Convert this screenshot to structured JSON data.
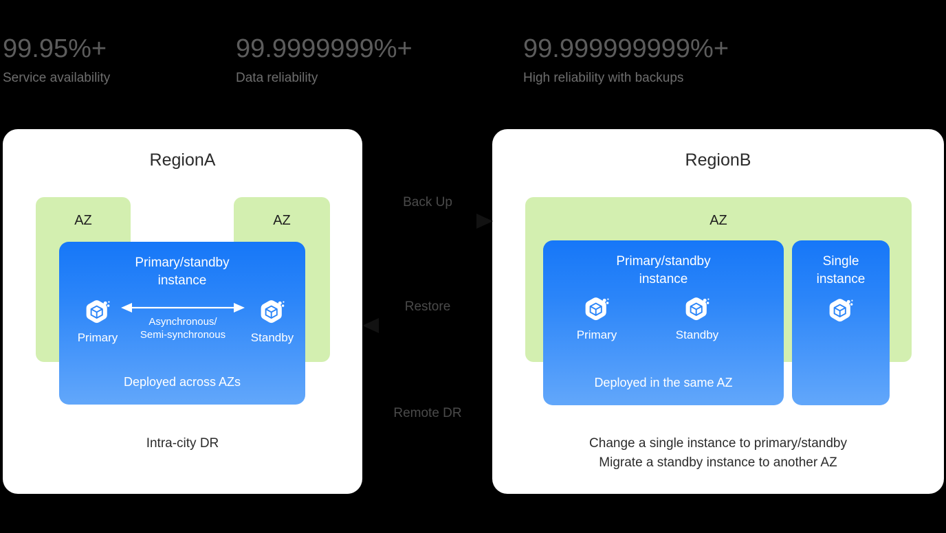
{
  "background_color": "#000000",
  "stats": [
    {
      "value": "99.95%+",
      "label": "Service availability"
    },
    {
      "value": "99.9999999%+",
      "label": "Data reliability"
    },
    {
      "value": "99.999999999%+",
      "label": "High reliability with backups"
    }
  ],
  "colors": {
    "card_bg": "#ffffff",
    "az_green": "#d3efb0",
    "instance_blue_top": "#1677f8",
    "instance_blue_bottom": "#62a7fa",
    "stat_value_text": "#5c5c5c",
    "stat_label_text": "#6e6e6e",
    "arrow_label_text": "#4a4a4a"
  },
  "region_a": {
    "title": "RegionA",
    "az_left_label": "AZ",
    "az_right_label": "AZ",
    "instance": {
      "title": "Primary/standby\ninstance",
      "primary_caption": "Primary",
      "standby_caption": "Standby",
      "sync_label": "Asynchronous/\nSemi-synchronous",
      "footer": "Deployed across AZs"
    },
    "caption": "Intra-city DR"
  },
  "region_b": {
    "title": "RegionB",
    "az_label": "AZ",
    "primary_standby": {
      "title": "Primary/standby\ninstance",
      "primary_caption": "Primary",
      "standby_caption": "Standby",
      "footer": "Deployed in the same AZ"
    },
    "single": {
      "title": "Single\ninstance"
    },
    "caption": "Change a single instance to primary/standby\nMigrate a standby instance to another AZ"
  },
  "transfers": [
    {
      "label": "Back Up",
      "direction": "right"
    },
    {
      "label": "Restore",
      "direction": "left"
    },
    {
      "label": "Remote DR",
      "direction": "none"
    }
  ],
  "icons": {
    "instance": "cube-hexagon-icon",
    "sync": "double-arrow-icon",
    "backup": "arrow-right-icon",
    "restore": "arrow-left-icon"
  }
}
